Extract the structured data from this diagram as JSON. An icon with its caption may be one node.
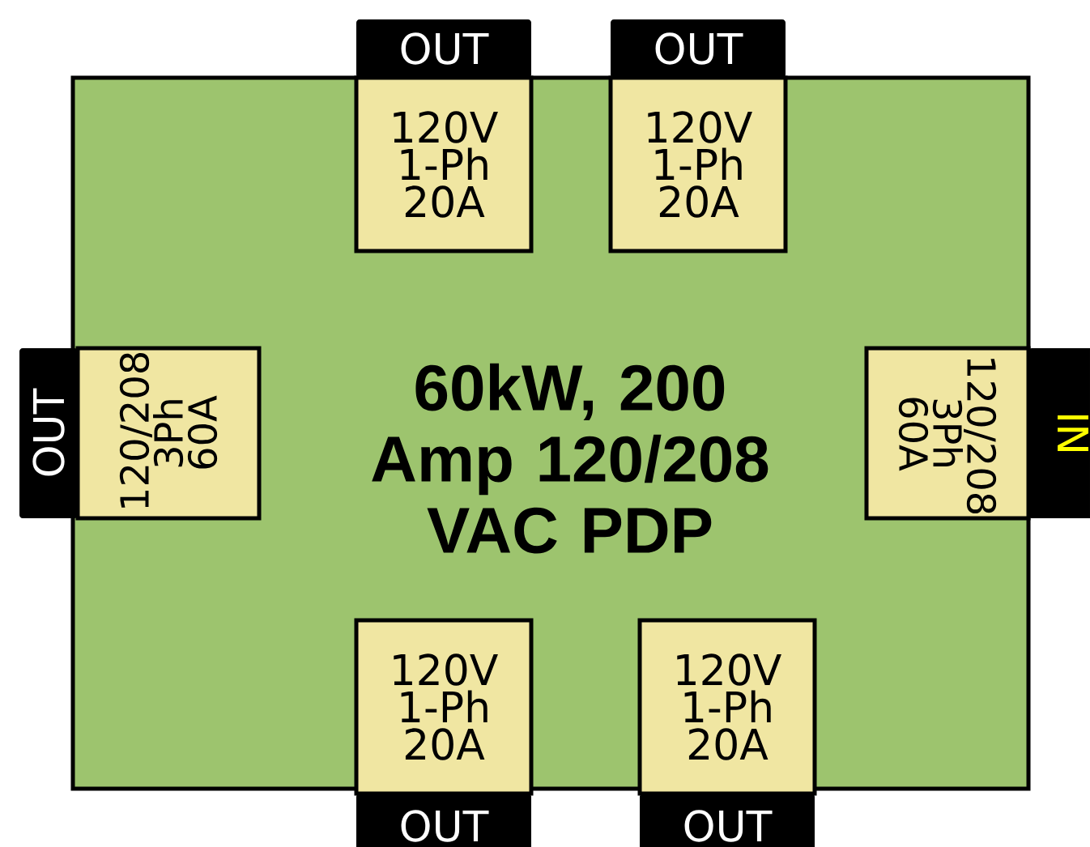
{
  "diagram": {
    "nodes": [
      {
        "text": [
          "60kW, 200 Amp 120/208 VAC PDP"
        ]
      },
      {
        "text": [
          "OUT",
          "120V 1-Ph 20A"
        ],
        "in": 0
      },
      {
        "text": [
          "OUT",
          "120V 1-Ph 20A"
        ],
        "in": 0
      },
      {
        "text": [
          "OUT",
          "120/208 3Ph 60A"
        ],
        "in": 0
      },
      {
        "text": [
          "120/208 3Ph 60A",
          "IN"
        ],
        "in": 0
      },
      {
        "text": [
          "120V 1-Ph 20A",
          "OUT"
        ],
        "in": 0
      },
      {
        "text": [
          "120V 1-Ph 20A",
          "OUT"
        ],
        "in": 0
      }
    ]
  }
}
